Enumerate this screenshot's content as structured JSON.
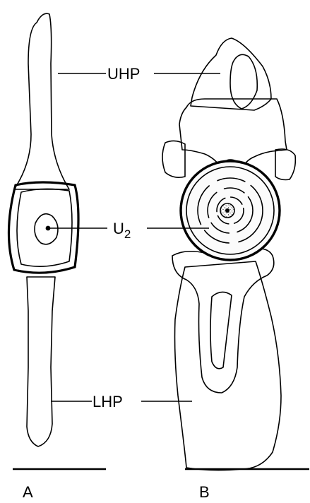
{
  "labels": {
    "uhp": "UHP",
    "u2_main": "U",
    "u2_sub": "2",
    "lhp": "LHP",
    "panel_a": "A",
    "panel_b": "B"
  }
}
